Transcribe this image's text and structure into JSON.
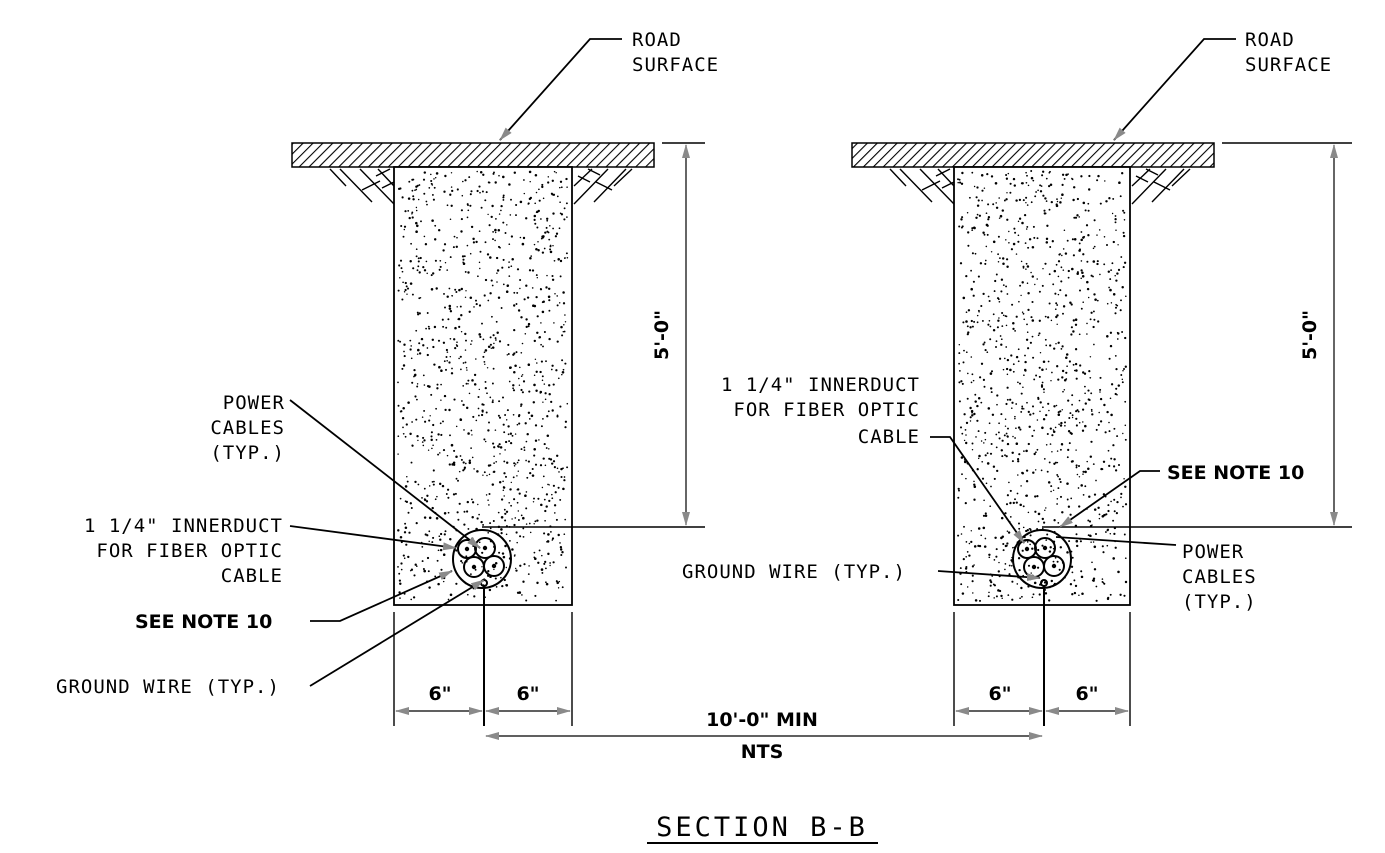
{
  "labels": {
    "road_surface_1": "ROAD",
    "road_surface_2": "SURFACE",
    "depth": "5'-0\"",
    "power_cables_1": "POWER",
    "power_cables_2": "CABLES",
    "power_cables_3": "(TYP.)",
    "innerduct_1": "1 1/4\" INNERDUCT",
    "innerduct_2": "FOR FIBER OPTIC",
    "innerduct_3": "CABLE",
    "see_note": "SEE NOTE 10",
    "ground_wire": "GROUND WIRE (TYP.)",
    "six_inch": "6\"",
    "spacing": "10'-0\" MIN",
    "nts": "NTS",
    "section_title": "SECTION B-B"
  }
}
